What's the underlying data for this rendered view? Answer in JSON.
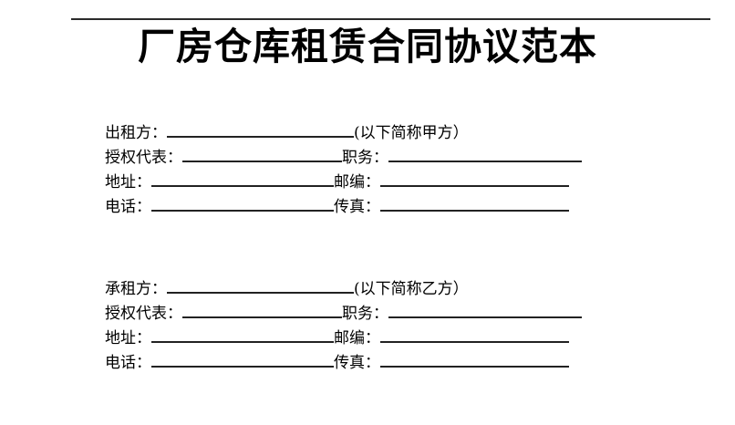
{
  "document": {
    "title": "厂房仓库租赁合同协议范本",
    "blank_char": "",
    "rule_color": "#2b2b2b",
    "text_color": "#000000",
    "background": "#ffffff"
  },
  "lessor_block": {
    "rows": [
      {
        "label": "出租方：",
        "blank": "",
        "suffix": "(以下简称甲方）",
        "second_label": "",
        "second_blank": ""
      },
      {
        "label": "授权代表：",
        "blank": "",
        "suffix": "",
        "second_label": "职务：",
        "second_blank": ""
      },
      {
        "label": "地址：",
        "blank": "",
        "suffix": "",
        "second_label": "邮编：",
        "second_blank": ""
      },
      {
        "label": "电话：",
        "blank": "",
        "suffix": "",
        "second_label": "传真：",
        "second_blank": ""
      }
    ]
  },
  "lessee_block": {
    "rows": [
      {
        "label": "承租方：",
        "blank": "",
        "suffix": "(以下简称乙方）",
        "second_label": "",
        "second_blank": ""
      },
      {
        "label": "授权代表：",
        "blank": "",
        "suffix": "",
        "second_label": "职务：",
        "second_blank": ""
      },
      {
        "label": "地址：",
        "blank": "",
        "suffix": "",
        "second_label": "邮编：",
        "second_blank": ""
      },
      {
        "label": "电话：",
        "blank": "",
        "suffix": "",
        "second_label": "传真：",
        "second_blank": ""
      }
    ]
  }
}
